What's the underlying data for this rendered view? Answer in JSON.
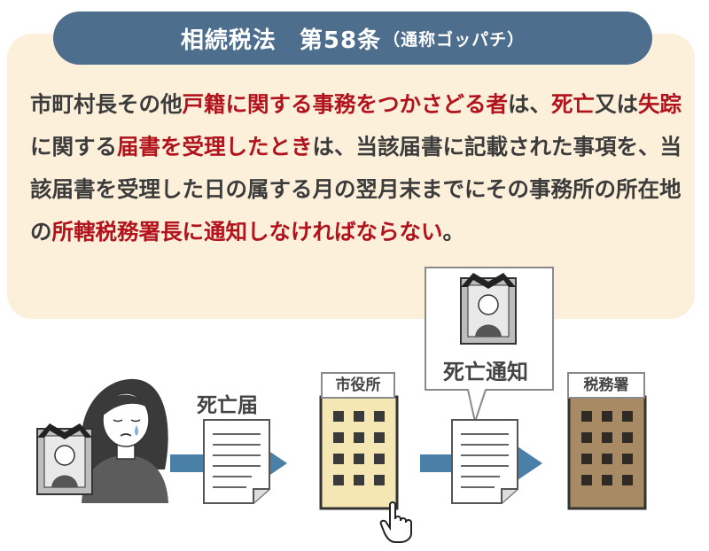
{
  "title": {
    "main": "相続税法",
    "article": "第58条",
    "note": "（通称ゴッパチ）"
  },
  "article_text": [
    {
      "t": "市町村長その他",
      "hl": false
    },
    {
      "t": "戸籍に関する事務をつかさどる者",
      "hl": true
    },
    {
      "t": "は、",
      "hl": false
    },
    {
      "t": "死亡",
      "hl": true
    },
    {
      "t": "又は",
      "hl": false
    },
    {
      "t": "失踪",
      "hl": true
    },
    {
      "t": "に関する",
      "hl": false
    },
    {
      "t": "届書を受理したとき",
      "hl": true
    },
    {
      "t": "は、当該届書に記載された事項を、当該届書を受理した日の属する月の翌月末までにその事務所の所在地の",
      "hl": false
    },
    {
      "t": "所轄税務署長に通知しなければならない",
      "hl": true
    },
    {
      "t": "。",
      "hl": false
    }
  ],
  "diagram": {
    "death_report_label": "死亡届",
    "city_office_label": "市役所",
    "death_notice_label": "死亡通知",
    "tax_office_label": "税務署"
  },
  "colors": {
    "banner": "#4e6e8e",
    "panel": "#fcf0db",
    "highlight": "#b1121c",
    "arrow": "#4a7fa8",
    "city_building": "#f5e7b4",
    "tax_building": "#a88a64"
  }
}
